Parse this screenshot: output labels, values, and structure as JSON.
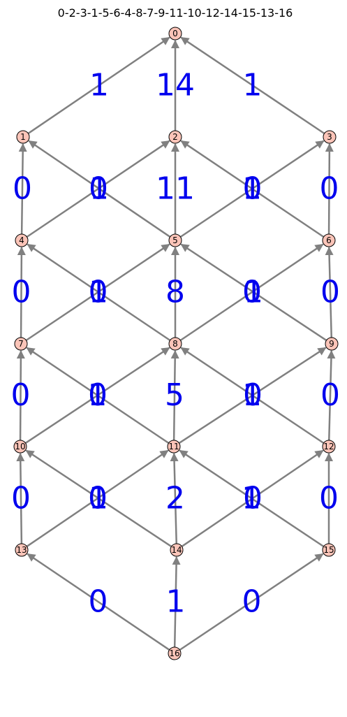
{
  "title": "0-2-3-1-5-6-4-8-7-9-11-10-12-14-15-13-16",
  "colors": {
    "node_fill": "#fbc4b8",
    "edge": "#808080",
    "label": "#0000ee"
  },
  "nodes": [
    "0",
    "1",
    "2",
    "3",
    "4",
    "5",
    "6",
    "7",
    "8",
    "9",
    "10",
    "11",
    "12",
    "13",
    "14",
    "15",
    "16"
  ],
  "edges": [
    {
      "from": "1",
      "to": "0"
    },
    {
      "from": "2",
      "to": "0"
    },
    {
      "from": "3",
      "to": "0"
    },
    {
      "from": "4",
      "to": "1"
    },
    {
      "from": "5",
      "to": "1"
    },
    {
      "from": "4",
      "to": "2"
    },
    {
      "from": "5",
      "to": "2"
    },
    {
      "from": "6",
      "to": "2"
    },
    {
      "from": "5",
      "to": "3"
    },
    {
      "from": "6",
      "to": "3"
    },
    {
      "from": "7",
      "to": "4"
    },
    {
      "from": "8",
      "to": "4"
    },
    {
      "from": "7",
      "to": "5"
    },
    {
      "from": "8",
      "to": "5"
    },
    {
      "from": "9",
      "to": "5"
    },
    {
      "from": "8",
      "to": "6"
    },
    {
      "from": "9",
      "to": "6"
    },
    {
      "from": "10",
      "to": "7"
    },
    {
      "from": "11",
      "to": "7"
    },
    {
      "from": "10",
      "to": "8"
    },
    {
      "from": "11",
      "to": "8"
    },
    {
      "from": "12",
      "to": "8"
    },
    {
      "from": "11",
      "to": "9"
    },
    {
      "from": "12",
      "to": "9"
    },
    {
      "from": "13",
      "to": "10"
    },
    {
      "from": "14",
      "to": "10"
    },
    {
      "from": "13",
      "to": "11"
    },
    {
      "from": "14",
      "to": "11"
    },
    {
      "from": "15",
      "to": "11"
    },
    {
      "from": "14",
      "to": "12"
    },
    {
      "from": "15",
      "to": "12"
    },
    {
      "from": "16",
      "to": "13"
    },
    {
      "from": "16",
      "to": "14"
    },
    {
      "from": "16",
      "to": "15"
    }
  ],
  "edge_labels": [
    "1",
    "14",
    "1",
    "0",
    "1",
    "0",
    "11",
    "1",
    "0",
    "0",
    "0",
    "1",
    "0",
    "8",
    "1",
    "0",
    "0",
    "0",
    "1",
    "0",
    "5",
    "1",
    "0",
    "0",
    "0",
    "1",
    "0",
    "2",
    "1",
    "0",
    "0",
    "0",
    "1",
    "0"
  ]
}
